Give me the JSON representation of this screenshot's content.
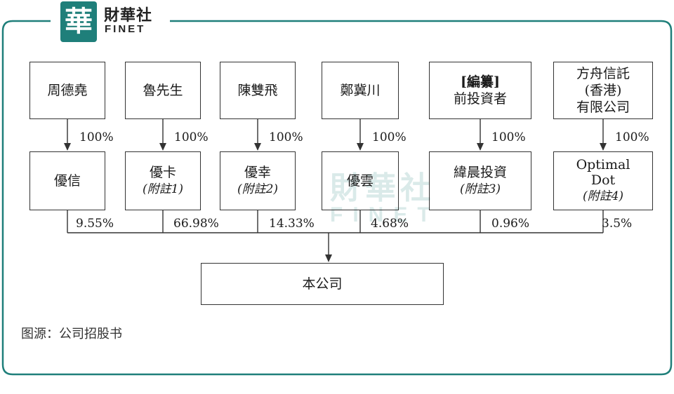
{
  "logo": {
    "mark": "華",
    "cn": "財華社",
    "en": "FINET"
  },
  "watermark": {
    "cn": "財華社",
    "en": "FINET"
  },
  "owners": [
    {
      "lines": [
        "周德堯"
      ]
    },
    {
      "lines": [
        "魯先生"
      ]
    },
    {
      "lines": [
        "陳雙飛"
      ]
    },
    {
      "lines": [
        "鄭冀川"
      ]
    },
    {
      "lines": [
        "[編纂]",
        "前投資者"
      ]
    },
    {
      "lines": [
        "方舟信託",
        "(香港)",
        "有限公司"
      ]
    }
  ],
  "owner_pct": [
    "100%",
    "100%",
    "100%",
    "100%",
    "100%",
    "100%"
  ],
  "holders": [
    {
      "name": "優信",
      "note": ""
    },
    {
      "name": "優卡",
      "note": "(附註1)"
    },
    {
      "name": "優幸",
      "note": "(附註2)"
    },
    {
      "name": "優雲",
      "note": ""
    },
    {
      "name": "緯晨投資",
      "note": "(附註3)"
    },
    {
      "name": "Optimal Dot",
      "note": "(附註4)"
    }
  ],
  "stakes": [
    "9.55%",
    "66.98%",
    "14.33%",
    "4.68%",
    "0.96%",
    "3.5%"
  ],
  "company": "本公司",
  "source": "图源：公司招股书",
  "colors": {
    "frame": "#1f7f7a",
    "line": "#333333"
  }
}
